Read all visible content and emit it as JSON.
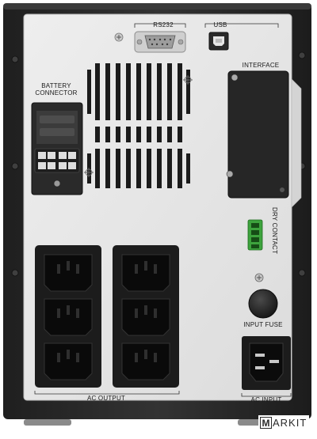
{
  "labels": {
    "rs232": "RS232",
    "usb": "USB",
    "interface": "INTERFACE",
    "battery_connector": "BATTERY CONNECTOR",
    "dry_contact": "DRY CONTACT",
    "input_fuse": "INPUT FUSE",
    "ac_output": "AC OUTPUT",
    "ac_input": "AC INPUT"
  },
  "watermark": {
    "letter": "M",
    "rest": "ARKIT"
  },
  "colors": {
    "chassis": "#2b2b2b",
    "panel": "#e8e8e8",
    "outlet_block": "#1c1c1c",
    "dry_contact_terminal": "#3da33d"
  }
}
